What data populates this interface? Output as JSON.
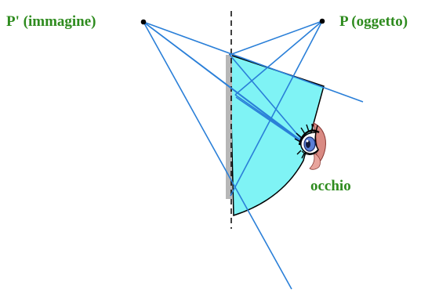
{
  "labels": {
    "image_point": "P' (immagine)",
    "object_point": "P (oggetto)",
    "eye": "occhio"
  },
  "colors": {
    "label_text": "#2e8b1e",
    "rays": "#2a7fd8",
    "visible_region_fill": "#7ff3f5",
    "mirror": "#b7b7b7",
    "normal_line": "#000000",
    "point": "#000000"
  },
  "icons": {
    "eye": "eye-icon"
  }
}
